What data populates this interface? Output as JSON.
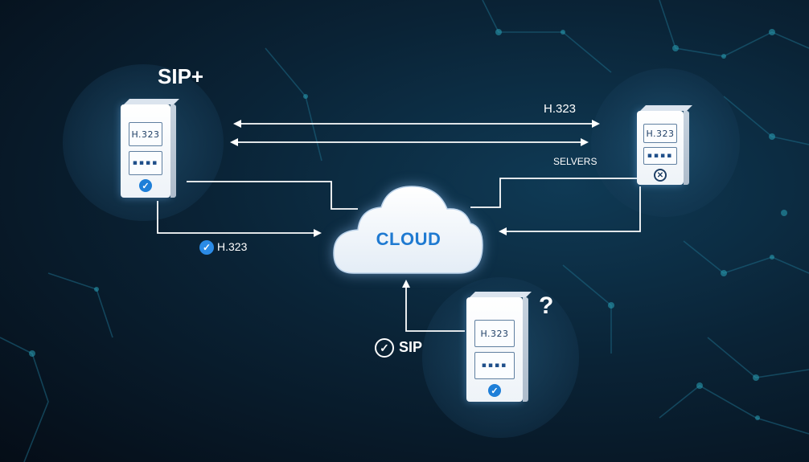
{
  "labels": {
    "sip_plus": "SIP+",
    "h323_top": "H.323",
    "selvers": "SELVERS",
    "cloud": "CLOUD",
    "h323_bottom_left": "H.323",
    "sip_bottom": "SIP",
    "question": "?"
  },
  "servers": {
    "left": {
      "slot_text": "H.323",
      "dots": "▪▪▪▪",
      "status": "✓"
    },
    "right": {
      "slot_text": "H.323",
      "dots": "▪▪▪▪",
      "status": "✕"
    },
    "bottom": {
      "slot_text": "H.323",
      "dots": "▪▪▪▪",
      "status": "✓"
    }
  },
  "icons": {
    "check": "✓"
  },
  "colors": {
    "accent": "#1f7ad1",
    "background": "#07182a"
  }
}
